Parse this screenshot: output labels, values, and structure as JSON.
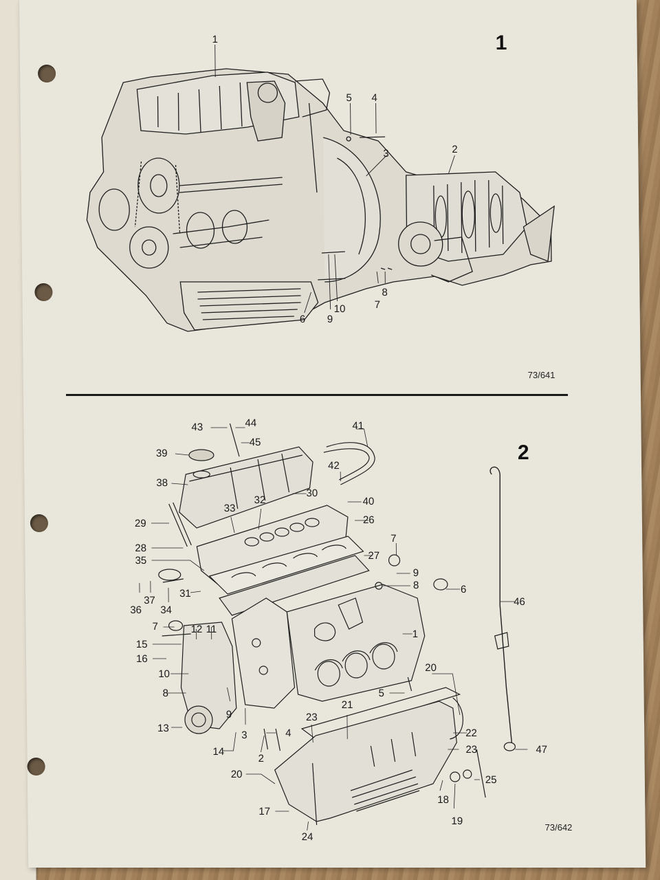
{
  "figures": [
    {
      "number": "1",
      "reference": "73/641",
      "callouts": [
        "1",
        "5",
        "4",
        "3",
        "2",
        "7",
        "8",
        "10",
        "9",
        "6"
      ]
    },
    {
      "number": "2",
      "reference": "73/642",
      "callouts": [
        "43",
        "44",
        "45",
        "41",
        "39",
        "42",
        "38",
        "30",
        "40",
        "33",
        "32",
        "29",
        "26",
        "28",
        "27",
        "35",
        "7",
        "9",
        "8",
        "6",
        "36",
        "37",
        "34",
        "31",
        "46",
        "7",
        "12",
        "11",
        "15",
        "1",
        "16",
        "10",
        "20",
        "8",
        "5",
        "13",
        "9",
        "3",
        "4",
        "22",
        "21",
        "23",
        "23",
        "47",
        "14",
        "2",
        "20",
        "25",
        "17",
        "18",
        "19",
        "24"
      ]
    }
  ]
}
